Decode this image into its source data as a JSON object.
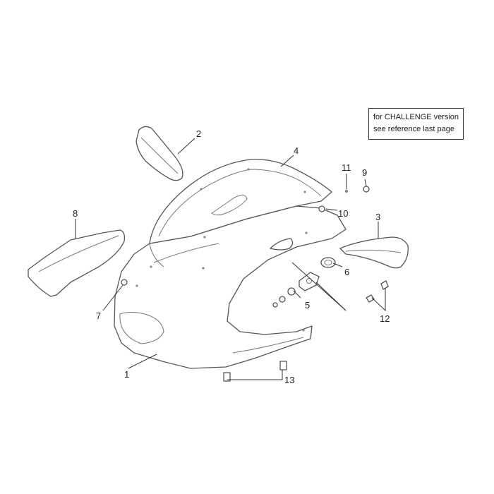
{
  "note": {
    "line1": "for CHALLENGE version",
    "line2": "see reference last page"
  },
  "callouts": {
    "c1": "1",
    "c2": "2",
    "c3": "3",
    "c4": "4",
    "c5": "5",
    "c6": "6",
    "c7": "7",
    "c8": "8",
    "c9": "9",
    "c10": "10",
    "c11": "11",
    "c12": "12",
    "c13": "13"
  }
}
